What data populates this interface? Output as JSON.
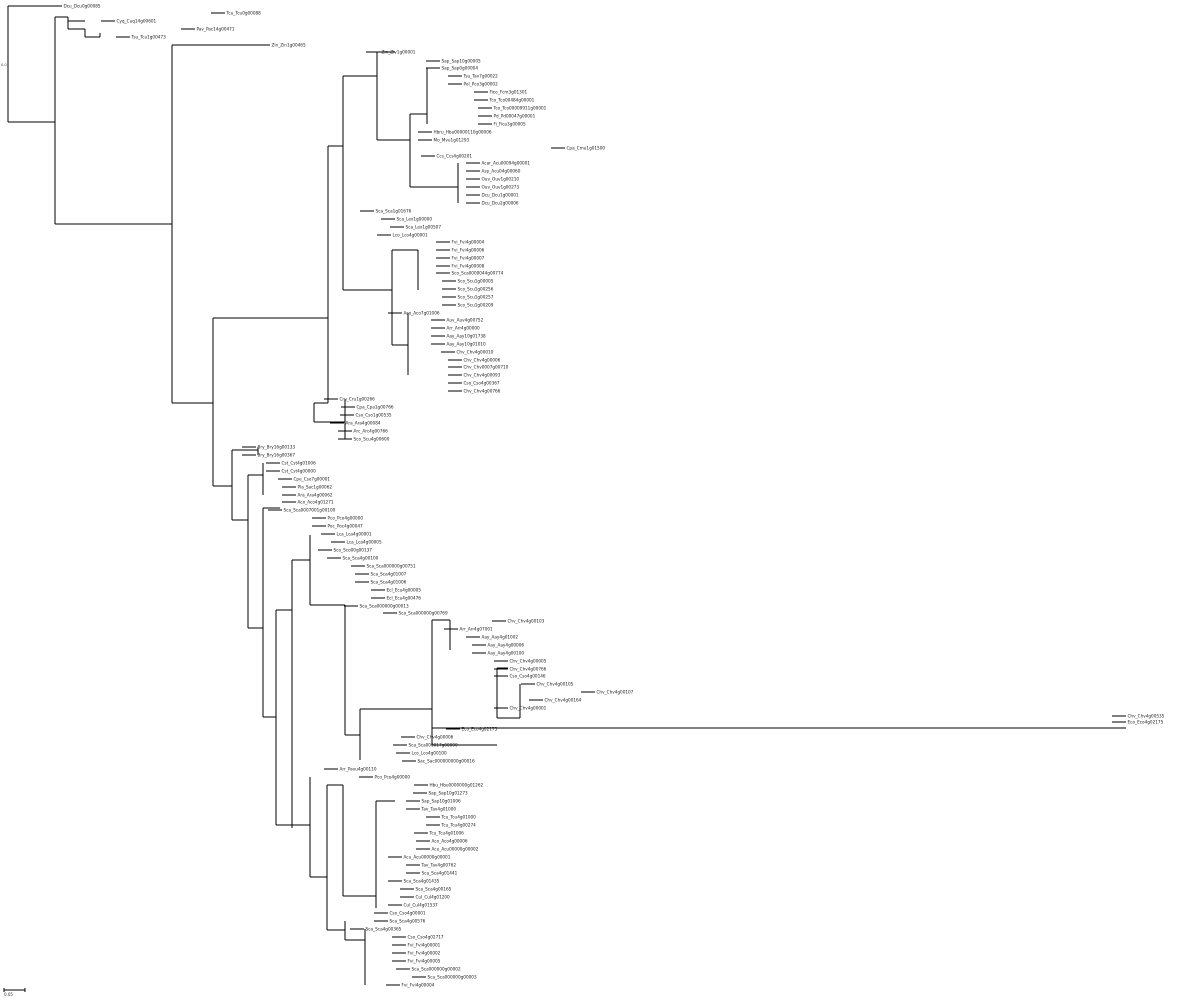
{
  "tree": {
    "scale_bar_label": "0.05",
    "root_support": "0.0",
    "line_color": "#000000",
    "label_color": "#1a1a1a",
    "labels": [
      "Dcu_Dcu0g00085",
      "Tcu_Tcu0g00088",
      "Cyq_Cuq14g00601",
      "Pav_Pac14g00471",
      "Tsu_Tcu1g00473",
      "Zin_Zin1g00465",
      "Zin_Ziv1g00001",
      "Sap_Sap10g00005",
      "Sap_Sap0g00004",
      "Tsu_Tav7g00022",
      "Pol_Pco3g00002",
      "Fico_Fcm3g01301",
      "Tco_Tco00484g00001",
      "Tco_Tco00009911g00001",
      "Pd_Pd00047g00001",
      "Fi_Fica3g00005",
      "Hbru_Hbu00000110g00006",
      "Mo_Mvu1g01293",
      "Cpa_Cmu1g01500",
      "Ccs_Ccs4g00201",
      "Acar_Acu00094g00001",
      "Asp_Acu04g00060",
      "Ouv_Ouv1g00210",
      "Ouv_Ouv1g00273",
      "Dcu_Dcu1g00001",
      "Dcu_Dcu2g00006",
      "Sca_Sca1g01676",
      "Sca_Lex1g00000",
      "Sca_Lex1g00507",
      "Lco_Lco4g00001",
      "Fvi_Fvi4g00004",
      "Fvi_Fvi4g00006",
      "Fvi_Fvi4g00007",
      "Fvi_Fvi4g00008",
      "Sco_Sca0000044g00774",
      "Sco_Scu1g00005",
      "Sco_Scu1g00256",
      "Sco_Scu1g00257",
      "Sco_Scu1g00209",
      "Aco_Aco7g01006",
      "Auv_Auv4g00752",
      "Arr_Arr4g00000",
      "Aay_Aay10g01738",
      "Aay_Aay10g01010",
      "Chv_Chv4g00010",
      "Chv_Chv4g00006",
      "Chv_Chv0007g00710",
      "Chv_Chv4g00093",
      "Cso_Cso4g00367",
      "Chv_Chv4g00766",
      "Cru_Cru1g00266",
      "Cpa_Cpa1g00766",
      "Cso_Cso1g00535",
      "Ara_Ara4g00084",
      "Arc_Arc4g00766",
      "Sco_Scu4g00600",
      "Bry_Bry16g00133",
      "Bry_Bry16g00367",
      "Cst_Cst4g01006",
      "Cst_Cst4g00000",
      "Cpe_Cse7g00001",
      "Pla_Sac1g00062",
      "Ara_Ara4g00062",
      "Aco_Aco4g01271",
      "Sca_Sca0007001g00100",
      "Pco_Pco4g00000",
      "Poc_Poc4g00047",
      "Lca_Lca4g00001",
      "Lca_Lca4g00005",
      "Sco_Sco00g00137",
      "Sca_Sca4g00100",
      "Sca_Sca000000g00751",
      "Sca_Sca4g01007",
      "Sca_Sca4g01006",
      "Ecl_Ecu4g00005",
      "Ecl_Ecu4g00476",
      "Sca_Sca000000g00013",
      "Sca_Sca000000g00769",
      "Chv_Chv4g00103",
      "Arr_Arr4g07001",
      "Aay_Aay4g01002",
      "Aay_Aay4g00006",
      "Aay_Aay4g00100",
      "Chv_Chv4g00005",
      "Chv_Chv4g00766",
      "Cso_Cso4g00146",
      "Chv_Chv4g00105",
      "Chv_Chv4g00107",
      "Chv_Chv4g00164",
      "Chv_Chv4g00001",
      "Chv_Chv4g00535",
      "Eco_Eco4g02175",
      "Eco_Eco4g02175",
      "Chv_Chv4g00006",
      "Sca_Sca000017g00000",
      "Lco_Lco4g00100",
      "Sac_Sac000000000g00016",
      "Arr_Pavu4g00110",
      "Pco_Pco4g00000",
      "Hbu_Hbu0000000g01262",
      "Sap_Sap10g01273",
      "Sap_Sap10g01006",
      "Tav_Tav4g01000",
      "Tcu_Tcu4g01000",
      "Tcu_Tcu4g00274",
      "Tcu_Tcu4g01006",
      "Aco_Aco4g00006",
      "Acu_Acu00000g00002",
      "Acu_Acu00000g00001",
      "Tav_Tav4g00762",
      "Sca_Sca4g01441",
      "Sca_Sca4g01435",
      "Sca_Sca4g00165",
      "Cul_Cul4g01200",
      "Cul_Cul4g01537",
      "Cso_Cso4g00001",
      "Sca_Sca4g00576",
      "Sca_Sca4g00365",
      "Cso_Cso4g02717",
      "Fvi_Fvi4g00001",
      "Fvi_Fvi4g00002",
      "Fvi_Fvi4g00005",
      "Sca_Sca000000g00002",
      "Sca_Sca000000g00003",
      "Fvi_Fvi4g00004"
    ]
  }
}
